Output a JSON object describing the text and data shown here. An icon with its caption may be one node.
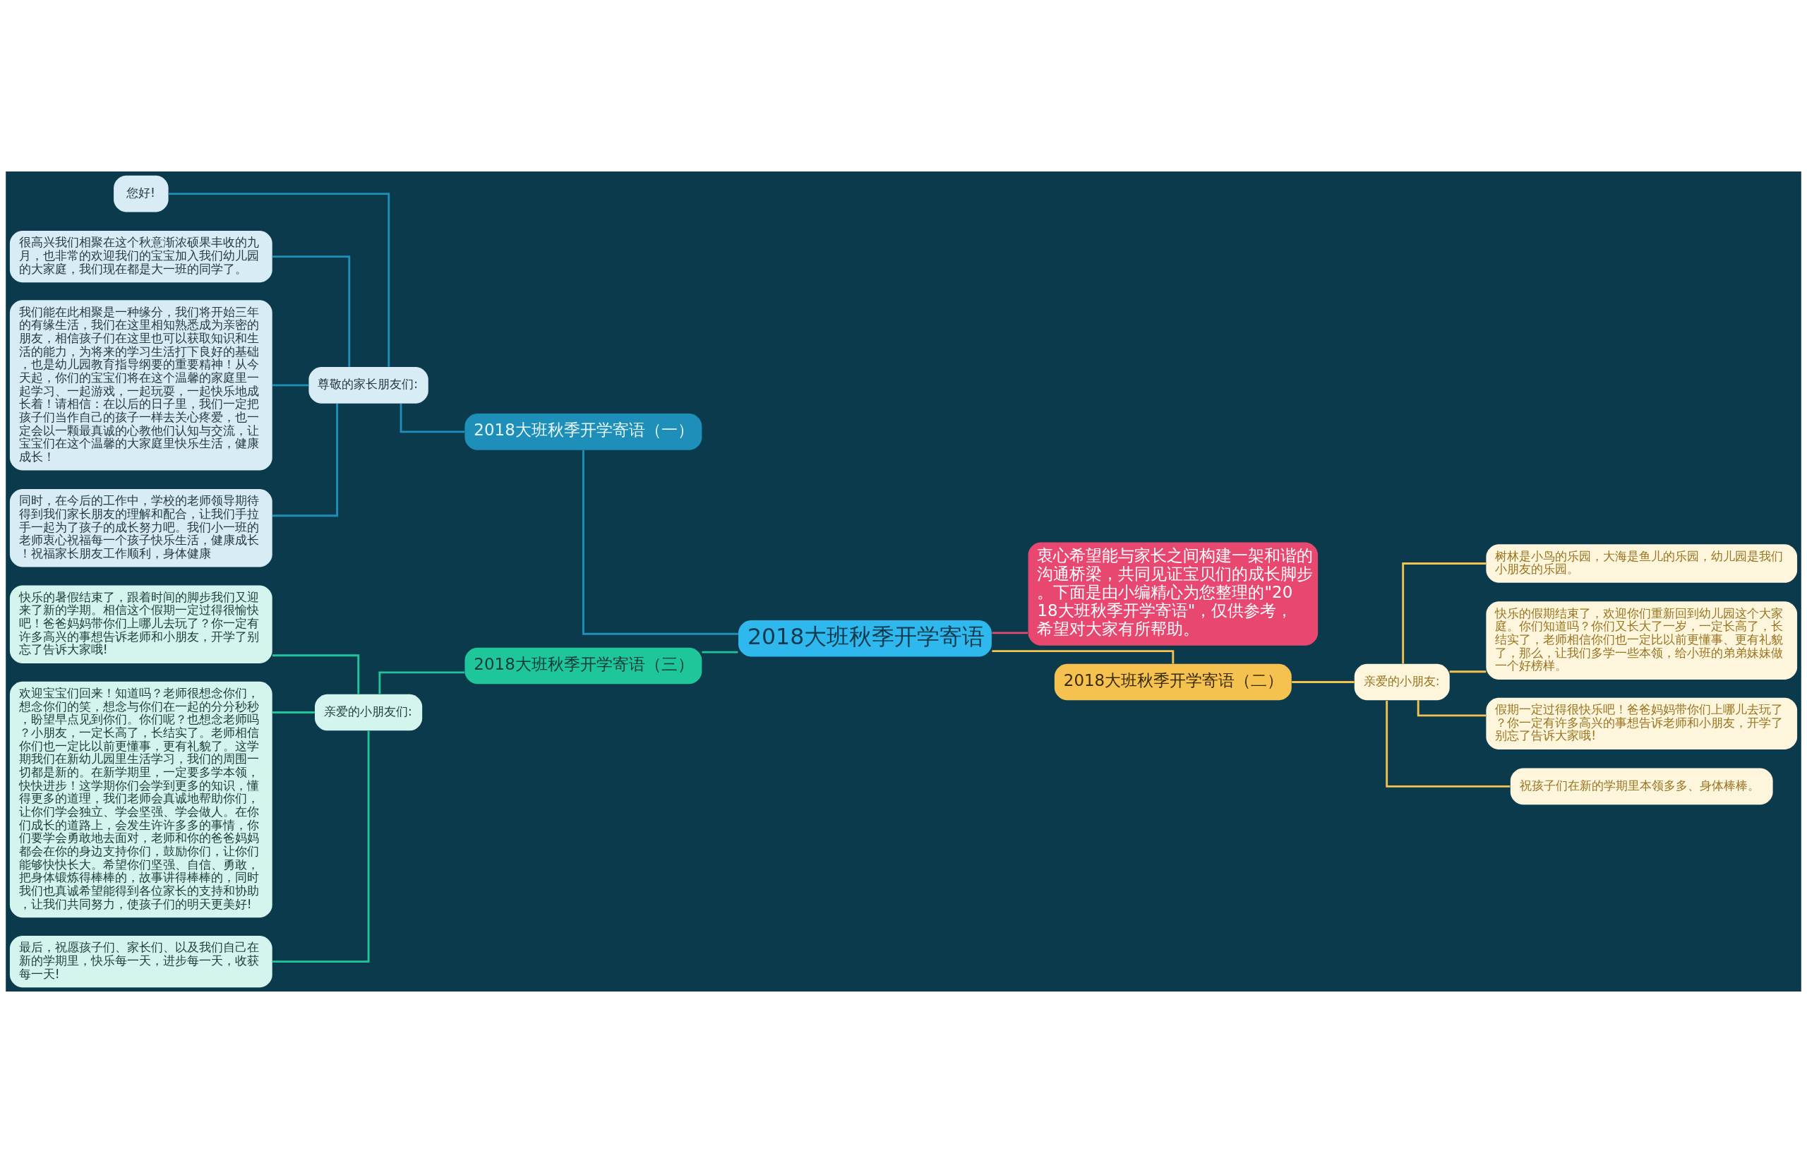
{
  "diagram": {
    "nodes": [
      {
        "text": [
          "2018大班秋季开学寄语"
        ]
      },
      {
        "text": [
          "衷心希望能与家长之间构建一架和谐的沟通桥梁，共同见证宝贝们的成长脚步。下面是由小编精心为您整理的\"2018大班秋季开学寄语\"，仅供参考，希望对大家有所帮助。"
        ]
      },
      {
        "text": [
          "2018大班秋季开学寄语（一）"
        ]
      },
      {
        "text": [
          "尊敬的家长朋友们:"
        ]
      },
      {
        "text": [
          "您好!"
        ]
      },
      {
        "text": [
          "很高兴我们相聚在这个秋意渐浓硕果丰收的九月，也非常的欢迎我们的宝宝加入我们幼儿园的大家庭，我们现在都是大一班的同学了。"
        ]
      },
      {
        "text": [
          "我们能在此相聚是一种缘分，我们将开始三年的有缘生活，我们在这里相知熟悉成为亲密的朋友，相信孩子们在这里也可以获取知识和生活的能力，为将来的学习生活打下良好的基础，也是幼儿园教育指导纲要的重要精神！从今天起，你们的宝宝们将在这个温馨的家庭里一起学习、一起游戏，一起玩耍，一起快乐地成长着！请相信：在以后的日子里，我们一定把孩子们当作自己的孩子一样去关心疼爱，也一定会以一颗最真诚的心教他们认知与交流，让宝宝们在这个温馨的大家庭里快乐生活，健康成长！"
        ]
      },
      {
        "text": [
          "同时，在今后的工作中，学校的老师领导期待得到我们家长朋友的理解和配合，让我们手拉手一起为了孩子的成长努力吧。我们小一班的老师衷心祝福每一个孩子快乐生活，健康成长！祝福家长朋友工作顺利，身体健康"
        ]
      },
      {
        "text": [
          "2018大班秋季开学寄语（二）"
        ]
      },
      {
        "text": [
          "亲爱的小朋友:"
        ]
      },
      {
        "text": [
          "树林是小鸟的乐园，大海是鱼儿的乐园，幼儿园是我们小朋友的乐园。"
        ]
      },
      {
        "text": [
          "快乐的假期结束了，欢迎你们重新回到幼儿园这个大家庭。你们知道吗？你们又长大了一岁，一定长高了，长结实了，老师相信你们也一定比以前更懂事、更有礼貌了，那么，让我们多学一些本领，给小班的弟弟妹妹做一个好榜样。"
        ]
      },
      {
        "text": [
          "假期一定过得很快乐吧！爸爸妈妈带你们上哪儿去玩了？你一定有许多高兴的事想告诉老师和小朋友，开学了别忘了告诉大家哦!"
        ]
      },
      {
        "text": [
          "祝孩子们在新的学期里本领多多、身体棒棒。"
        ]
      },
      {
        "text": [
          "2018大班秋季开学寄语（三）"
        ]
      },
      {
        "text": [
          "亲爱的小朋友们:"
        ]
      },
      {
        "text": [
          "快乐的暑假结束了，跟着时间的脚步我们又迎来了新的学期。相信这个假期一定过得很愉快吧！爸爸妈妈带你们上哪儿去玩了？你一定有许多高兴的事想告诉老师和小朋友，开学了别忘了告诉大家哦!"
        ]
      },
      {
        "text": [
          "欢迎宝宝们回来！知道吗？老师很想念你们，想念你们的笑，想念与你们在一起的分分秒秒，盼望早点见到你们。你们呢？也想念老师吗？小朋友，一定长高了，长结实了。老师相信你们也一定比以前更懂事，更有礼貌了。这学期我们在新幼儿园里生活学习，我们的周围一切都是新的。在新学期里，一定要多学本领，快快进步！这学期你们会学到更多的知识，懂得更多的道理，我们老师会真诚地帮助你们，让你们学会独立、学会坚强、学会做人。在你们成长的道路上，会发生许许多多的事情，你们要学会勇敢地去面对，老师和你的爸爸妈妈都会在你的身边支持你们，鼓励你们，让你们能够快快长大。希望你们坚强、自信、勇敢，把身体锻炼得棒棒的，故事讲得棒棒的，同时我们也真诚希望能得到各位家长的支持和协助，让我们共同努力，使孩子们的明天更美好!"
        ]
      },
      {
        "text": [
          "最后，祝愿孩子们、家长们、以及我们自己在新的学期里，快乐每一天，进步每一天，收获每一天!"
        ]
      }
    ],
    "edges": [
      {
        "from": 0,
        "to": 1,
        "arrow": "none",
        "color": "#e8476f"
      },
      {
        "from": 0,
        "to": 2,
        "arrow": "none",
        "color": "#1e8fb8"
      },
      {
        "from": 2,
        "to": 3,
        "arrow": "none",
        "color": "#1e8fb8"
      },
      {
        "from": 3,
        "to": 4,
        "arrow": "none",
        "color": "#1e8fb8"
      },
      {
        "from": 3,
        "to": 5,
        "arrow": "none",
        "color": "#1e8fb8"
      },
      {
        "from": 3,
        "to": 6,
        "arrow": "none",
        "color": "#1e8fb8"
      },
      {
        "from": 3,
        "to": 7,
        "arrow": "none",
        "color": "#1e8fb8"
      },
      {
        "from": 0,
        "to": 8,
        "arrow": "none",
        "color": "#f5c24f"
      },
      {
        "from": 8,
        "to": 9,
        "arrow": "none",
        "color": "#f5c24f"
      },
      {
        "from": 9,
        "to": 10,
        "arrow": "none",
        "color": "#f5c24f"
      },
      {
        "from": 9,
        "to": 11,
        "arrow": "none",
        "color": "#f5c24f"
      },
      {
        "from": 9,
        "to": 12,
        "arrow": "none",
        "color": "#f5c24f"
      },
      {
        "from": 9,
        "to": 13,
        "arrow": "none",
        "color": "#f5c24f"
      },
      {
        "from": 0,
        "to": 14,
        "arrow": "none",
        "color": "#1fc69a"
      },
      {
        "from": 14,
        "to": 15,
        "arrow": "none",
        "color": "#1fc69a"
      },
      {
        "from": 15,
        "to": 16,
        "arrow": "none",
        "color": "#1fc69a"
      },
      {
        "from": 15,
        "to": 17,
        "arrow": "none",
        "color": "#1fc69a"
      },
      {
        "from": 15,
        "to": 18,
        "arrow": "none",
        "color": "#1fc69a"
      }
    ]
  }
}
